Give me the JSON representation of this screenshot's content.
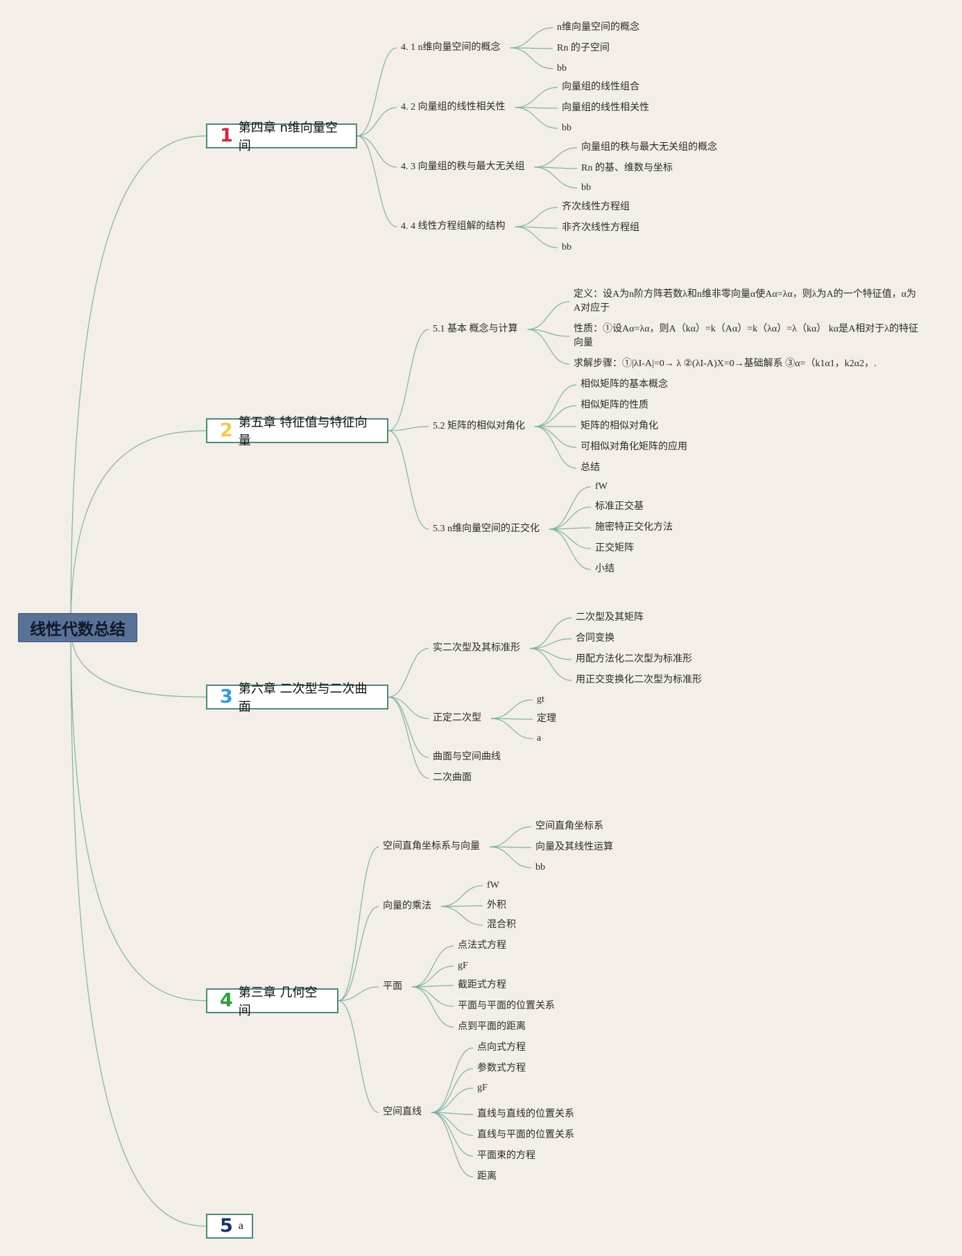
{
  "root": "线性代数总结",
  "colors": {
    "line": "#7fb3a3",
    "root_bg": "#5a7198",
    "ch1_num": "#d0283a",
    "ch2_num": "#f2c94c",
    "ch3_num": "#2f9bd6",
    "ch4_num": "#2e9e3f",
    "ch5_num": "#1f2f6b"
  },
  "chapters": [
    {
      "num": "1",
      "title": "第四章 n维向量空间",
      "sections": [
        {
          "label": "4. 1 n维向量空间的概念",
          "leaves": [
            "n维向量空间的概念",
            "Rn 的子空间",
            "bb"
          ]
        },
        {
          "label": "4. 2 向量组的线性相关性",
          "leaves": [
            "向量组的线性组合",
            "向量组的线性相关性",
            "bb"
          ]
        },
        {
          "label": "4. 3 向量组的秩与最大无关组",
          "leaves": [
            "向量组的秩与最大无关组的概念",
            "Rn 的基、维数与坐标",
            "bb"
          ]
        },
        {
          "label": "4. 4 线性方程组解的结构",
          "leaves": [
            "齐次线性方程组",
            "非齐次线性方程组",
            "bb"
          ]
        }
      ]
    },
    {
      "num": "2",
      "title": "第五章 特征值与特征向量",
      "sections": [
        {
          "label": "5.1 基本 概念与计算",
          "leaves": [
            "定义：设A为n阶方阵若数λ和n维非零向量α使Aα=λα，则λ为A的一个特征值，α为A对应于",
            "性质：①设Aα=λα，则A（kα）=k（Aα）=k（λα）=λ（kα） kα是A相对于λ的特征向量",
            "求解步骤：①|λI-A|=0→ λ ②(λI-A)X=0→基础解系 ③α=（k1α1，k2α2，."
          ]
        },
        {
          "label": "5.2 矩阵的相似对角化",
          "leaves": [
            "相似矩阵的基本概念",
            "相似矩阵的性质",
            "矩阵的相似对角化",
            "可相似对角化矩阵的应用",
            "总结"
          ]
        },
        {
          "label": "5.3 n维向量空间的正交化",
          "leaves": [
            "fW",
            "标准正交基",
            "施密特正交化方法",
            "正交矩阵",
            "小结"
          ]
        }
      ]
    },
    {
      "num": "3",
      "title": "第六章 二次型与二次曲面",
      "sections": [
        {
          "label": "实二次型及其标准形",
          "leaves": [
            "二次型及其矩阵",
            "合同变换",
            "用配方法化二次型为标准形",
            "用正交变换化二次型为标准形"
          ]
        },
        {
          "label": "正定二次型",
          "leaves": [
            "gt",
            "定理",
            "a"
          ]
        },
        {
          "label": "曲面与空间曲线",
          "leaves": []
        },
        {
          "label": "二次曲面",
          "leaves": []
        }
      ]
    },
    {
      "num": "4",
      "title": "第三章 几何空间",
      "sections": [
        {
          "label": "空间直角坐标系与向量",
          "leaves": [
            "空间直角坐标系",
            "向量及其线性运算",
            "bb"
          ]
        },
        {
          "label": "向量的乘法",
          "leaves": [
            "fW",
            "外积",
            "混合积"
          ]
        },
        {
          "label": "平面",
          "leaves": [
            "点法式方程",
            "gF",
            "截距式方程",
            "平面与平面的位置关系",
            "点到平面的距离"
          ]
        },
        {
          "label": "空间直线",
          "leaves": [
            "点向式方程",
            "参数式方程",
            "gF",
            "直线与直线的位置关系",
            "直线与平面的位置关系",
            "平面束的方程",
            "距离"
          ]
        }
      ]
    },
    {
      "num": "5",
      "title": "a",
      "sections": []
    }
  ]
}
